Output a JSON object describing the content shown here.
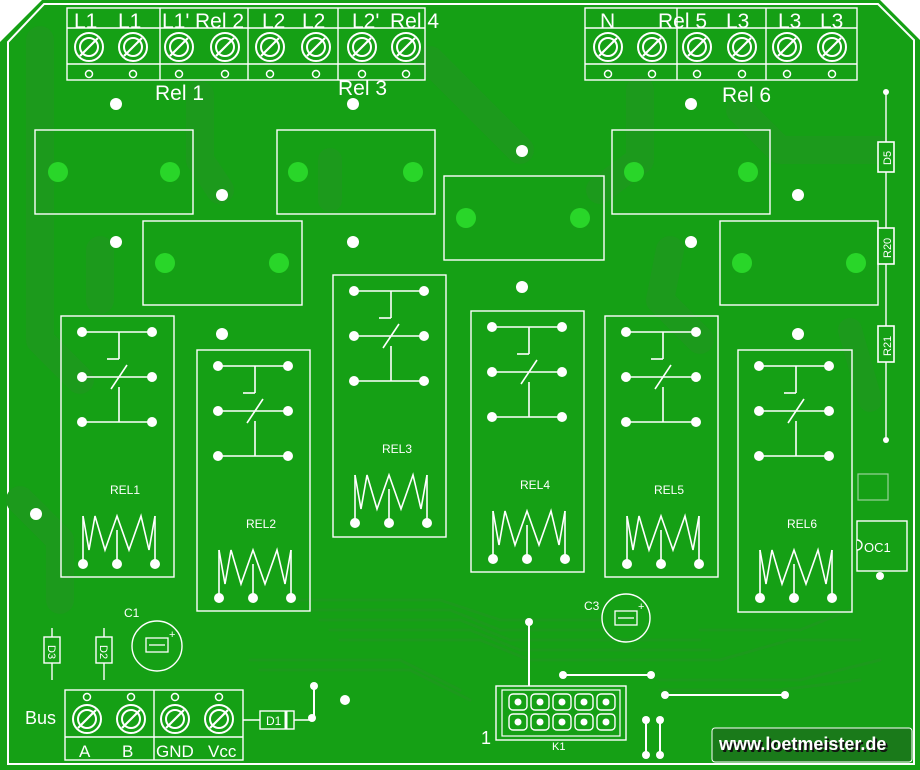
{
  "colors": {
    "board": "#15a015",
    "board_trace": "#1c9a1c",
    "silkscreen": "#ffffff",
    "pad_fill": "#29d629",
    "drill": "#ffffff"
  },
  "terminals_top_left": [
    "L1",
    "L1",
    "L1'",
    "Rel 2",
    "L2",
    "L2",
    "L2'",
    "Rel 4"
  ],
  "terminals_top_right": [
    "N",
    "Rel 5",
    "L3",
    "L3",
    "L3"
  ],
  "relay_labels_top": [
    "Rel 1",
    "Rel 3",
    "Rel 6"
  ],
  "relays": [
    "REL1",
    "REL2",
    "REL3",
    "REL4",
    "REL5",
    "REL6"
  ],
  "capacitors": [
    "C1",
    "C3"
  ],
  "resistors": [
    "D5",
    "R20",
    "R21",
    "D3",
    "D2"
  ],
  "optocoupler": "OC1",
  "diode": "D1",
  "connector": {
    "name": "K1",
    "pin1": "1"
  },
  "bus": {
    "title": "Bus",
    "terminals": [
      "A",
      "B",
      "GND",
      "Vcc"
    ]
  },
  "watermark": "www.loetmeister.de"
}
